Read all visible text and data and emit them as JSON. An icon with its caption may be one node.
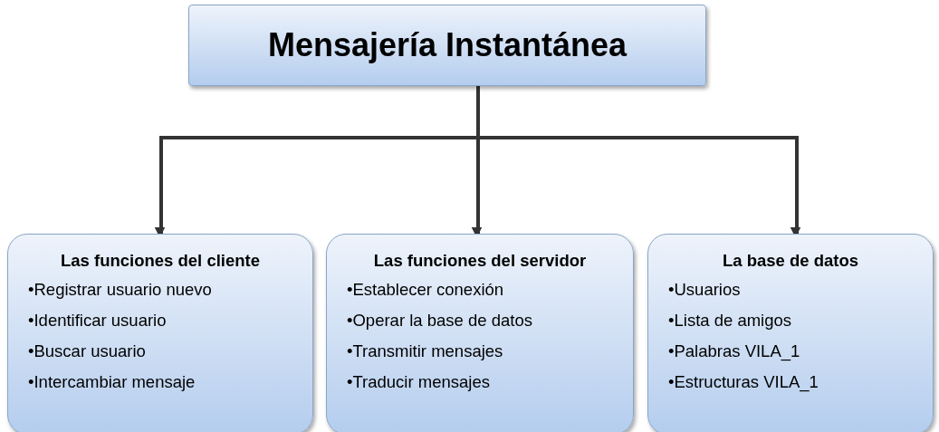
{
  "diagram": {
    "nodes": [
      {
        "text": [
          "Mensajería Instantánea"
        ]
      },
      {
        "text": [
          "Las funciones del cliente",
          "•Registrar usuario nuevo",
          "•Identificar usuario",
          "•Buscar usuario",
          "•Intercambiar mensaje"
        ]
      },
      {
        "text": [
          "Las funciones del servidor",
          "•Establecer conexión",
          "•Operar la base de datos",
          "•Transmitir mensajes",
          "•Traducir mensajes"
        ]
      },
      {
        "text": [
          "La base de datos",
          "•Usuarios",
          "•Lista de amigos",
          "•Palabras VILA_1",
          "•Estructuras VILA_1"
        ]
      }
    ],
    "edges": [
      {
        "from": 0,
        "to": 1,
        "arrow": "to"
      },
      {
        "from": 0,
        "to": 2,
        "arrow": "to"
      },
      {
        "from": 0,
        "to": 3,
        "arrow": "to"
      }
    ]
  }
}
